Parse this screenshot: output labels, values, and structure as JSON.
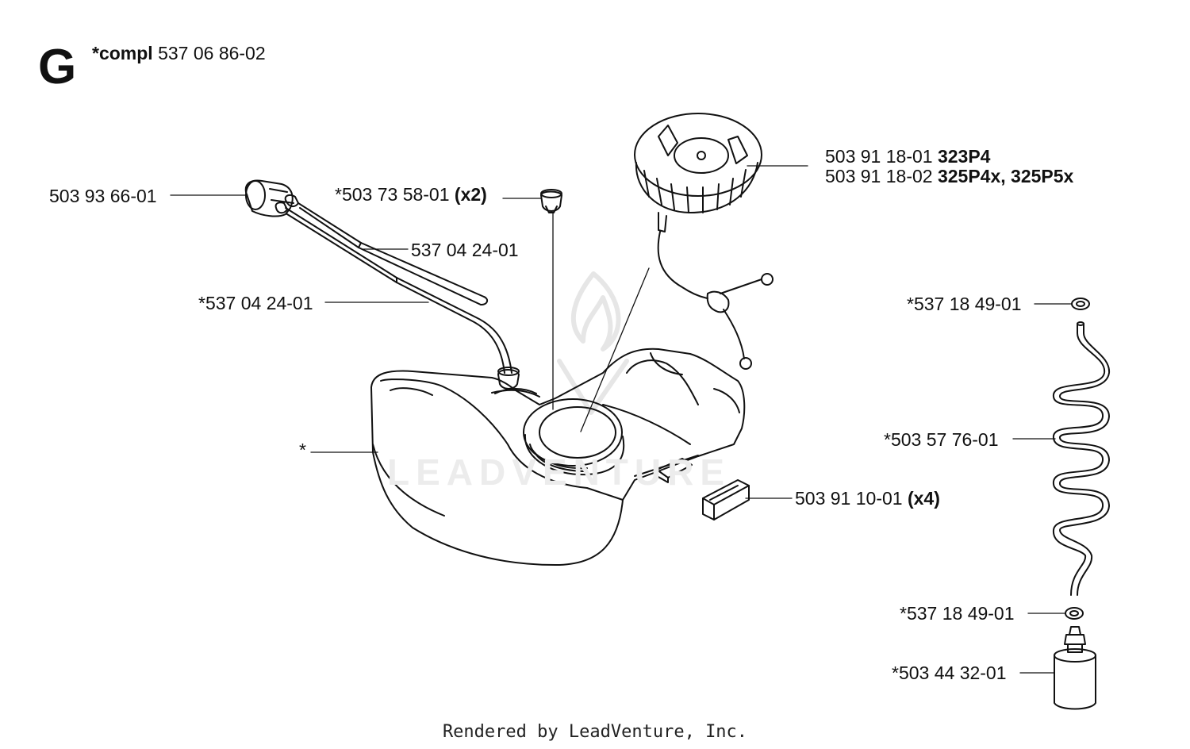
{
  "section": {
    "letter": "G",
    "compl_prefix": "*compl",
    "compl_number": "537 06 86-02"
  },
  "labels": {
    "grommet_tank": "503 93 66-01",
    "grommet_x2_num": "*503 73 58-01",
    "grommet_x2_qty": "(x2)",
    "hose_upper": "537 04 24-01",
    "hose_lower": "*537 04 24-01",
    "tank": "*",
    "cap_a_num": "503 91 18-01",
    "cap_a_model": "323P4",
    "cap_b_num": "503 91 18-02",
    "cap_b_model": "325P4x, 325P5x",
    "mount_num": "503 91 10-01",
    "mount_qty": "(x4)",
    "oring_top": "*537 18 49-01",
    "coil_hose": "*503 57 76-01",
    "oring_bottom": "*537 18 49-01",
    "filter": "*503 44 32-01"
  },
  "watermark": "LEADVENTURE",
  "footer": "Rendered by LeadVenture, Inc."
}
